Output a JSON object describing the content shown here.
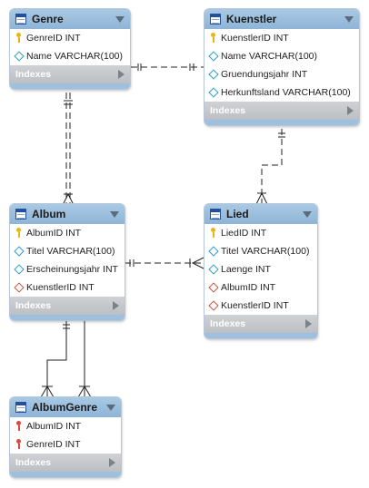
{
  "entities": {
    "genre": {
      "name": "Genre",
      "columns": [
        {
          "text": "GenreID INT",
          "icon": "yellow-key-icon"
        },
        {
          "text": "Name VARCHAR(100)",
          "icon": "blue-diamond-icon"
        }
      ],
      "indexes_label": "Indexes"
    },
    "kuenstler": {
      "name": "Kuenstler",
      "columns": [
        {
          "text": "KuenstlerID INT",
          "icon": "yellow-key-icon"
        },
        {
          "text": "Name VARCHAR(100)",
          "icon": "blue-diamond-icon"
        },
        {
          "text": "Gruendungsjahr INT",
          "icon": "blue-diamond-icon"
        },
        {
          "text": "Herkunftsland VARCHAR(100)",
          "icon": "blue-diamond-icon"
        }
      ],
      "indexes_label": "Indexes"
    },
    "album": {
      "name": "Album",
      "columns": [
        {
          "text": "AlbumID INT",
          "icon": "yellow-key-icon"
        },
        {
          "text": "Titel VARCHAR(100)",
          "icon": "blue-diamond-icon"
        },
        {
          "text": "Erscheinungsjahr INT",
          "icon": "blue-diamond-icon"
        },
        {
          "text": "KuenstlerID INT",
          "icon": "red-diamond-icon"
        }
      ],
      "indexes_label": "Indexes"
    },
    "lied": {
      "name": "Lied",
      "columns": [
        {
          "text": "LiedID INT",
          "icon": "yellow-key-icon"
        },
        {
          "text": "Titel VARCHAR(100)",
          "icon": "blue-diamond-icon"
        },
        {
          "text": "Laenge INT",
          "icon": "blue-diamond-icon"
        },
        {
          "text": "AlbumID INT",
          "icon": "red-diamond-icon"
        },
        {
          "text": "KuenstlerID INT",
          "icon": "red-diamond-icon"
        }
      ],
      "indexes_label": "Indexes"
    },
    "albumgenre": {
      "name": "AlbumGenre",
      "columns": [
        {
          "text": "AlbumID INT",
          "icon": "red-key-icon"
        },
        {
          "text": "GenreID INT",
          "icon": "red-key-icon"
        }
      ],
      "indexes_label": "Indexes"
    }
  },
  "colors": {
    "header": "#9fc2e2",
    "footer": "#c6c8cb",
    "line": "#222222",
    "key_yellow": "#e8b518",
    "key_red": "#d84a3e",
    "diamond_blue": "#2e9bc2",
    "diamond_red": "#c6533f"
  }
}
